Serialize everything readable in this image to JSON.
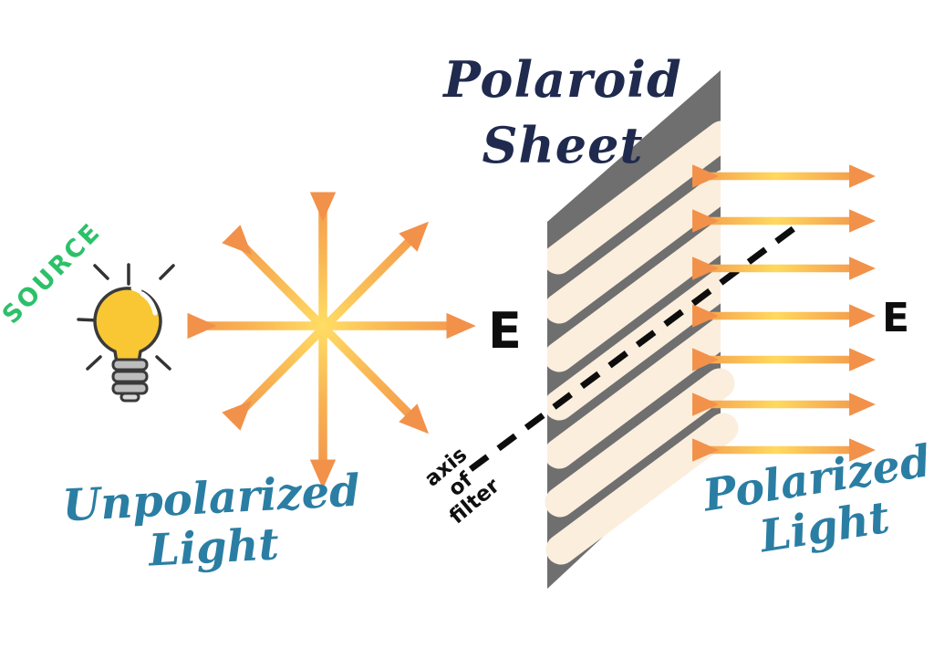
{
  "title": {
    "line1": "Polaroid",
    "line2": "Sheet"
  },
  "source_label": "SOURCE",
  "field_labels": {
    "left": "E",
    "right": "E"
  },
  "axis_label": {
    "line1": "axis",
    "line2": "of",
    "line3": "filter"
  },
  "unpolarized_label": {
    "line1": "Unpolarized",
    "line2": "Light"
  },
  "polarized_label": {
    "line1": "Polarized",
    "line2": "Light"
  },
  "icons": {
    "source": "light-bulb-icon",
    "unpolarized": "eight-direction-arrow-star-icon",
    "polarized": "horizontal-double-arrow-icon",
    "filter": "striped-parallelogram-sheet-icon",
    "axis": "dashed-diagonal-line-icon"
  },
  "colors": {
    "background": "#ffffff",
    "navy_title": "#1f2a4e",
    "teal_script": "#2b7ea3",
    "green_source": "#2cc169",
    "arrow_orange": "#f2914a",
    "arrow_yellow": "#ffdd64",
    "sheet_gray": "#6f6f6f",
    "stripe_cream": "#fbeedd",
    "bulb_yellow": "#f9c733",
    "bulb_base_gray": "#bdbdbd",
    "ink_black": "#0d0d0d"
  },
  "diagram": {
    "unpolarized_directions": 8,
    "polarized_rays": 7,
    "filter_stripes": 7
  }
}
